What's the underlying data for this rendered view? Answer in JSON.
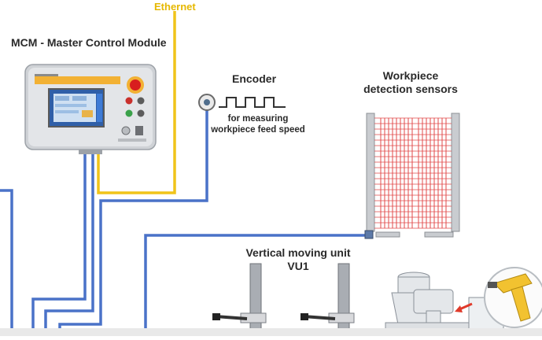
{
  "ethernet": {
    "label": "Ethernet"
  },
  "mcm": {
    "title": "MCM - Master Control Module"
  },
  "encoder": {
    "title": "Encoder",
    "description_line1": "for measuring",
    "description_line2": "workpiece feed speed"
  },
  "sensors": {
    "title_line1": "Workpiece",
    "title_line2": "detection sensors"
  },
  "vertical_unit": {
    "title_line1": "Vertical moving unit",
    "title_line2": "VU1"
  },
  "colors": {
    "ethernet_cable": "#f0c419",
    "signal_cable": "#4a72c8",
    "sensor_beam": "#e04a4a",
    "panel_accent": "#f2b134",
    "screen": "#3b6fc0"
  }
}
